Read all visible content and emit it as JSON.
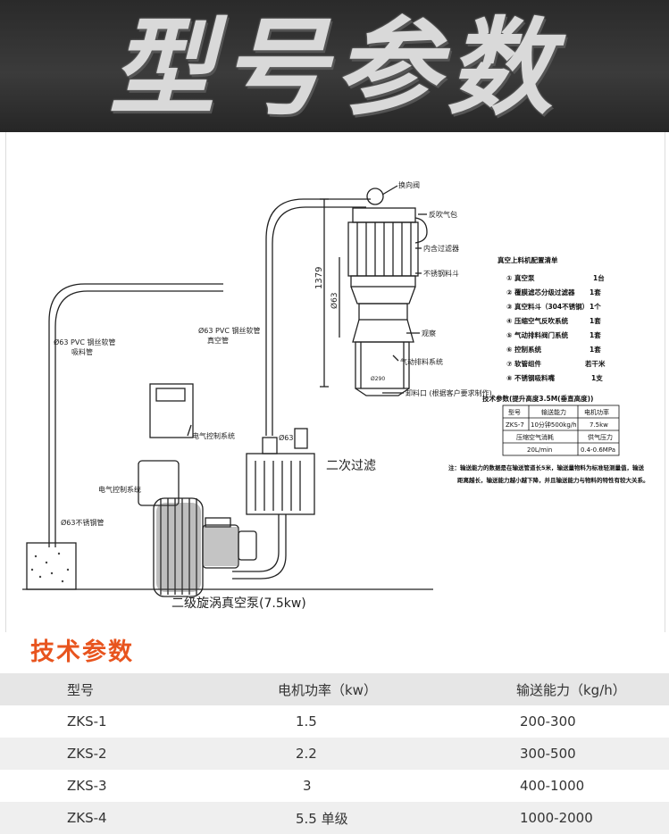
{
  "banner": {
    "title": "型号参数"
  },
  "diagram": {
    "labels": {
      "feed_valve": "换向阀",
      "back_blow": "反吹气包",
      "filter": "内含过滤器",
      "stainless_shell": "不锈钢料斗",
      "dim_height": "1379",
      "dim_dia": "Ø63",
      "hose_top": "Ø63 PVC 钢丝软管",
      "hose_top_sub": "真空管",
      "hose_left": "Ø63 PVC 钢丝软管",
      "hose_left_sub": "吸料管",
      "observe": "观察",
      "pneumatic": "气动排料系统",
      "discharge": "卸料口 (根据客户要求制作)",
      "bottom_dim": "Ø290",
      "control": "电气控制系统",
      "secondary": "二次过滤",
      "small_dia": "Ø63",
      "electric_ctrl": "电气控制系统",
      "stainless_pipe": "Ø63不锈钢管",
      "pump": "二级旋涡真空泵(7.5kw)"
    },
    "parts": {
      "title": "真空上料机配置清单",
      "items": [
        {
          "name": "① 真空泵",
          "qty": "1台"
        },
        {
          "name": "② 覆膜滤芯分级过滤器",
          "qty": "1套"
        },
        {
          "name": "③ 真空料斗（304不锈钢）",
          "qty": "1个"
        },
        {
          "name": "④ 压缩空气反吹系统",
          "qty": "1套"
        },
        {
          "name": "⑤ 气动排料阀门系统",
          "qty": "1套"
        },
        {
          "name": "⑥ 控制系统",
          "qty": "1套"
        },
        {
          "name": "⑦ 软管组件",
          "qty": "若干米"
        },
        {
          "name": "⑧ 不锈钢吸料嘴",
          "qty": "1支"
        }
      ],
      "table_title": "技术参数(提升高度3.5M(垂直高度))",
      "head": [
        "型号",
        "输送能力",
        "电机功率"
      ],
      "row1": [
        "ZKS-7",
        "10分钟500kg/h",
        "7.5kw"
      ],
      "head2": [
        "压缩空气消耗",
        "供气压力"
      ],
      "row2": [
        "20L/min",
        "0.4-0.6MPa"
      ],
      "note1": "注：输送能力的数据是在输送管道长5米，输送量物料为标准轻测量值，输送",
      "note2": "距离越长，输送能力越小越下降，并且输送能力与物料的特性有较大关系。"
    }
  },
  "section": {
    "title": "技术参数"
  },
  "specs": {
    "headers": [
      "型号",
      "电机功率（kw）",
      "输送能力（kg/h）"
    ],
    "rows": [
      [
        "ZKS-1",
        "1.5",
        "200-300"
      ],
      [
        "ZKS-2",
        "2.2",
        "300-500"
      ],
      [
        "ZKS-3",
        "3",
        "400-1000"
      ],
      [
        "ZKS-4",
        "5.5 单级",
        "1000-2000"
      ]
    ]
  }
}
